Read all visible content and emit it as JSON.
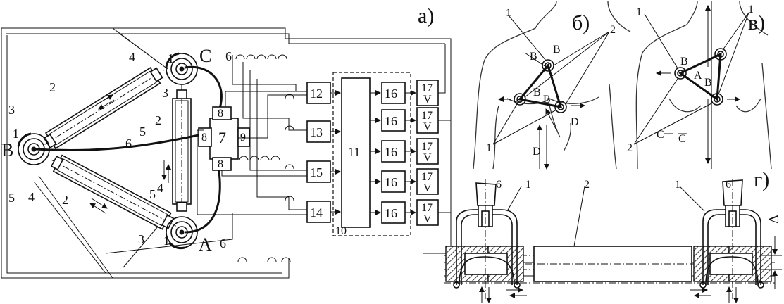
{
  "panels": {
    "a": "а)",
    "b": "б)",
    "v": "в)",
    "g": "г)"
  },
  "points": {
    "A": "A",
    "B": "B",
    "C": "C",
    "D": "D"
  },
  "numbers": {
    "n1": "1",
    "n2": "2",
    "n3": "3",
    "n4": "4",
    "n5": "5",
    "n6": "6",
    "n7": "7",
    "n8": "8",
    "n9": "9",
    "n10": "10",
    "n11": "11",
    "n12": "12",
    "n13": "13",
    "n14": "14",
    "n15": "15",
    "n16": "16",
    "n17": "17",
    "v": "V"
  },
  "delta": "Δ"
}
